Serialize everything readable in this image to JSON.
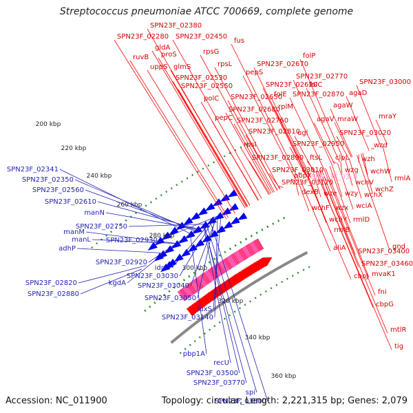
{
  "title": "Streptococcus pneumoniae ATCC 700669, complete genome",
  "accession": "Accession: NC_011900",
  "summary": "Topology: circular; Length: 2,221,315 bp; Genes: 2,079",
  "colors": {
    "forward_arrow": "#ff0000",
    "reverse_arrow": "#0000ff",
    "label_forward": "#d40000",
    "label_reverse": "#1f1fb4",
    "backbone": "#888888",
    "dotted_ring": "#2e8b2e",
    "highlight_label": "#ff99cc"
  },
  "ticks": [
    {
      "label": "200 kbp"
    },
    {
      "label": "220 kbp"
    },
    {
      "label": "240 kbp"
    },
    {
      "label": "260 kbp"
    },
    {
      "label": "280 kbp"
    },
    {
      "label": "300 kbp"
    },
    {
      "label": "320 kbp"
    },
    {
      "label": "340 kbp"
    },
    {
      "label": "360 kbp"
    }
  ],
  "right_labels": [
    "SPN23F_02380",
    "SPN23F_02280",
    "SPN23F_02450",
    "gldA",
    "fus",
    "ruvB",
    "proS",
    "rpsG",
    "uppS",
    "glmS",
    "rpsL",
    "folP",
    "SPN23F_02670",
    "pepS",
    "SPN23F_02530",
    "SPN23F_02770",
    "SPN23F_02550",
    "SPN23F_02620",
    "folC",
    "SPN23F_03000",
    "polC",
    "SPN23F_02650",
    "folE",
    "SPN23F_02870",
    "agaD",
    "SPN23F_02680",
    "rplM",
    "agaW",
    "pepC",
    "SPN23F_02760",
    "mraW",
    "mraY",
    "agaV",
    "SPN23F_02810",
    "ugl",
    "SPN23F_03020",
    "rpsI",
    "SPN23F_02950",
    "wzd",
    "ftsL",
    "SPN23F_02890",
    "clpL",
    "wzh",
    "SPN23F_03010",
    "wzg",
    "pbpX",
    "SPN23F_03_3",
    "wchW",
    "rmlA",
    "SPN23F_03120",
    "wchV",
    "wchZ",
    "dexB",
    "wze",
    "wzy",
    "wchX",
    "wchF",
    "wzx",
    "wciA",
    "wchY",
    "rmlD",
    "rmlB",
    "aliA",
    "gnd",
    "SPN23F_03400",
    "SPN23F_03460",
    "cbpJ",
    "mvaK1",
    "fni",
    "cbpG",
    "mtlR",
    "tig"
  ],
  "left_labels": [
    "SPN23F_02341",
    "SPN23F_02350",
    "SPN23F_02560",
    "SPN23F_02610",
    "manN",
    "SPN23F_02750",
    "manM",
    "manL",
    "SPN23F_02930",
    "adhP",
    "SPN23F_02920",
    "idnO",
    "SPN23F_02820",
    "kgdA",
    "SPN23F_03030",
    "SPN23F_02880",
    "SPN23F_03040",
    "SPN23F_03050",
    "luxS",
    "SPN23F_03140",
    "pbp1A",
    "recU",
    "SPN23F_03500",
    "SPN23F_03770",
    "spi",
    "SPN23F_03800"
  ]
}
